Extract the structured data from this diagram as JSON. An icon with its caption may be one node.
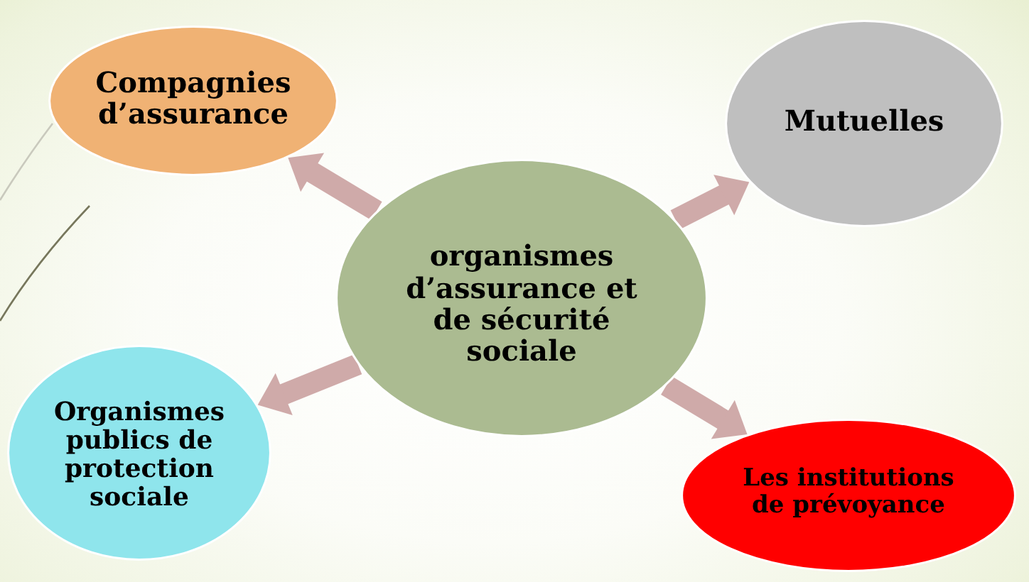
{
  "diagram": {
    "nodes": [
      {
        "text": [
          "organismes d’assurance et de sécurité sociale"
        ]
      },
      {
        "text": [
          "Compagnies d’assurance"
        ]
      },
      {
        "text": [
          "Mutuelles"
        ]
      },
      {
        "text": [
          "Organismes publics de protection sociale"
        ]
      },
      {
        "text": [
          "Les institutions de prévoyance"
        ]
      }
    ],
    "edges": [
      {
        "from": 0,
        "to": 1,
        "arrow": "to"
      },
      {
        "from": 0,
        "to": 2,
        "arrow": "to"
      },
      {
        "from": 0,
        "to": 3,
        "arrow": "to"
      },
      {
        "from": 0,
        "to": 4,
        "arrow": "to"
      }
    ]
  }
}
